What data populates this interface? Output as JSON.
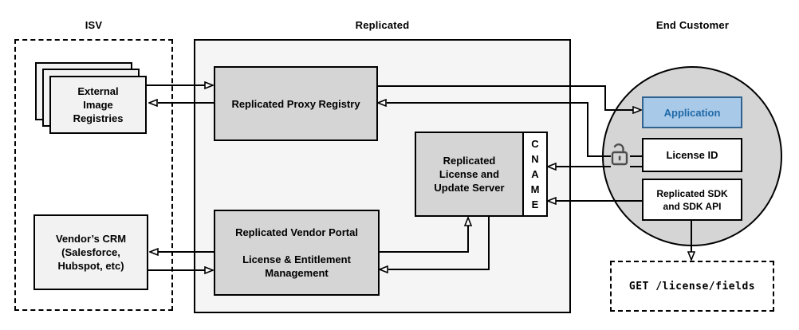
{
  "diagram": {
    "sections": {
      "isv": "ISV",
      "replicated": "Replicated",
      "end_customer": "End Customer"
    },
    "nodes": {
      "external_image_registries": "External\nImage\nRegistries",
      "vendors_crm": "Vendor’s CRM\n(Salesforce,\nHubspot, etc)",
      "replicated_proxy_registry": "Replicated Proxy Registry",
      "replicated_license_update_server": "Replicated\nLicense and\nUpdate Server",
      "cname": "C\nN\nA\nM\nE",
      "replicated_vendor_portal": "Replicated Vendor Portal\n\nLicense & Entitlement\nManagement",
      "application": "Application",
      "license_id": "License ID",
      "replicated_sdk": "Replicated SDK\nand SDK API",
      "get_license_fields": "GET /license/fields"
    },
    "icons": {
      "unlock": "unlock-icon"
    },
    "colors": {
      "application_fill": "#A9C9E9",
      "application_border": "#2F628F",
      "application_text": "#1E69A7",
      "gray_fill": "#D5D5D5",
      "zone_fill": "#F5F5F5",
      "node_light_fill": "#F2F2F2",
      "line": "#000000",
      "lock_stroke": "#4D4D4D"
    }
  }
}
